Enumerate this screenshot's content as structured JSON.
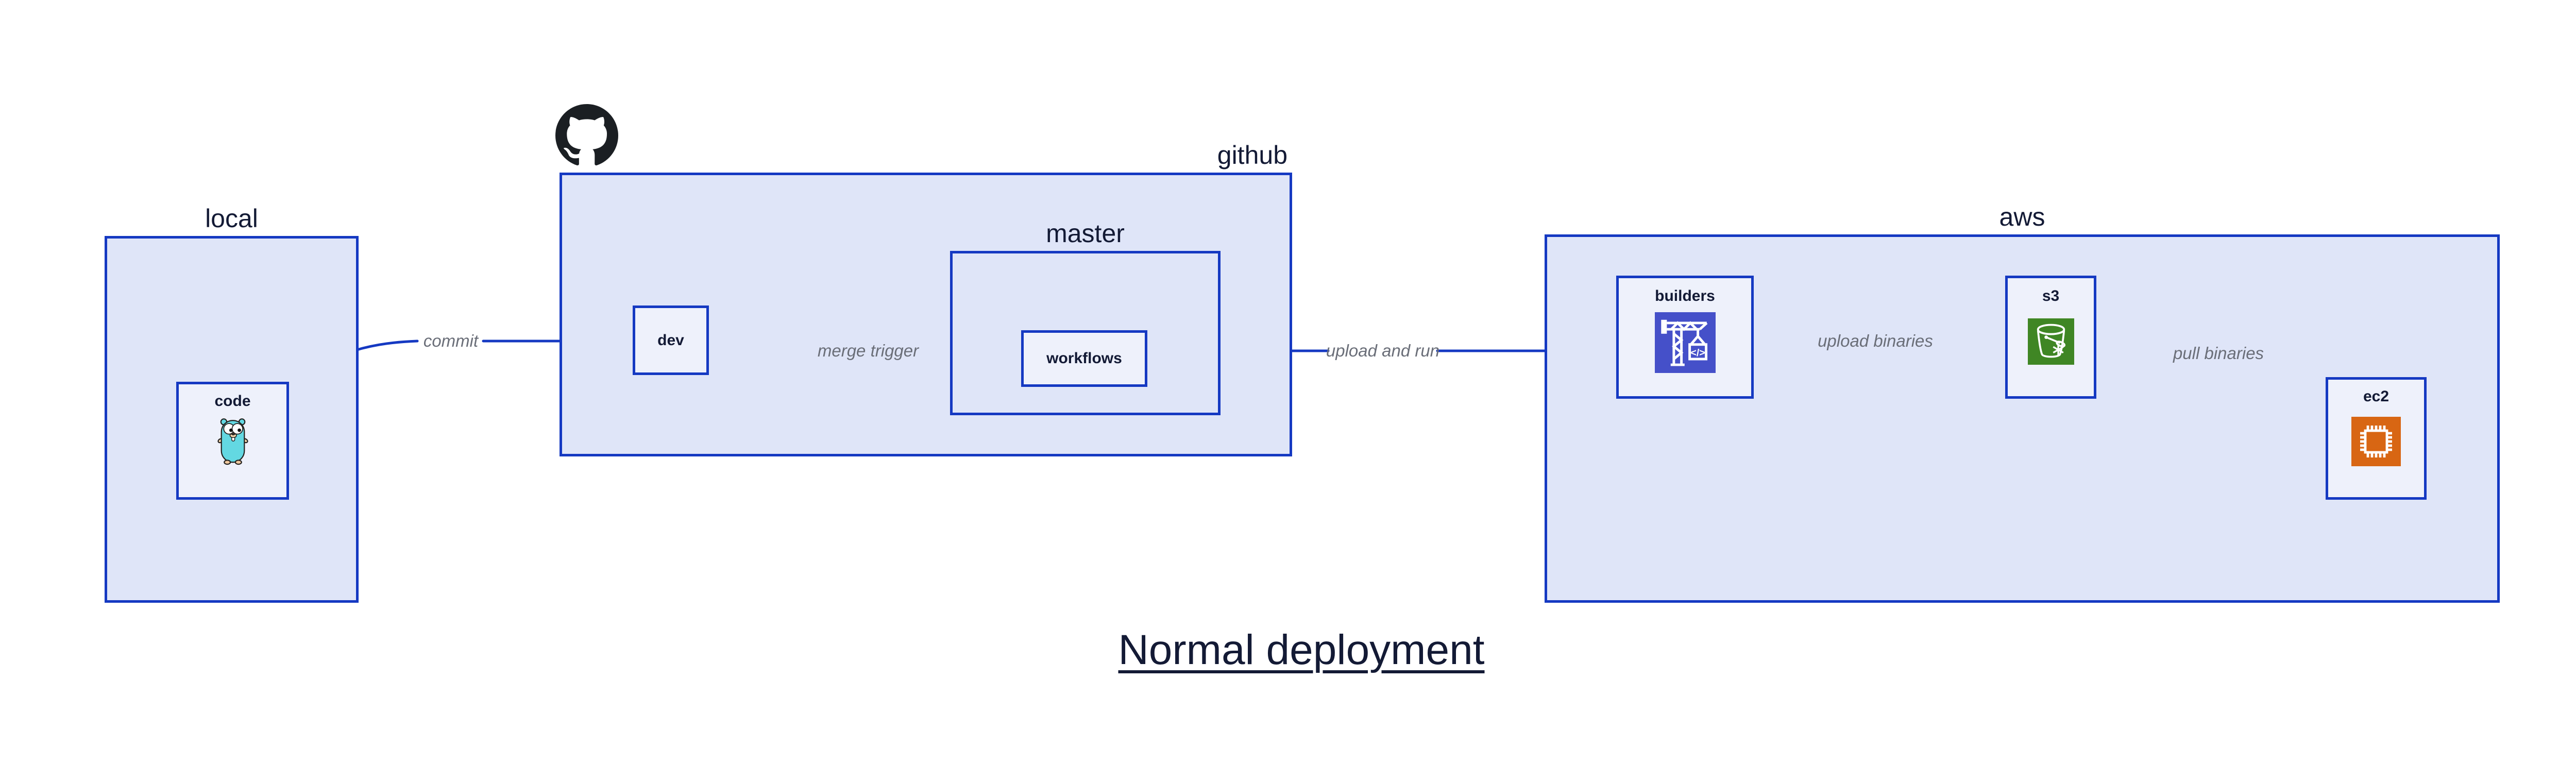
{
  "title": "Normal deployment",
  "containers": [
    {
      "id": "local",
      "label": "local"
    },
    {
      "id": "github",
      "label": "github"
    },
    {
      "id": "master",
      "label": "master"
    },
    {
      "id": "aws",
      "label": "aws"
    }
  ],
  "nodes": [
    {
      "id": "code",
      "label": "code",
      "icon": "go-gopher-icon"
    },
    {
      "id": "dev",
      "label": "dev",
      "icon": null
    },
    {
      "id": "workflows",
      "label": "workflows",
      "icon": null
    },
    {
      "id": "builders",
      "label": "builders",
      "icon": "codebuild-crane-icon"
    },
    {
      "id": "s3",
      "label": "s3",
      "icon": "s3-bucket-icon"
    },
    {
      "id": "ec2",
      "label": "ec2",
      "icon": "ec2-chip-icon"
    }
  ],
  "edges": [
    {
      "from": "code",
      "to": "dev",
      "label": "commit"
    },
    {
      "from": "dev",
      "to": "workflows",
      "label": "merge trigger"
    },
    {
      "from": "workflows",
      "to": "builders",
      "label": "upload and run"
    },
    {
      "from": "builders",
      "to": "s3",
      "label": "upload binaries"
    },
    {
      "from": "s3",
      "to": "ec2",
      "label": "pull binaries"
    }
  ],
  "icons": {
    "github_badge": "octocat-icon"
  },
  "colors": {
    "container_fill": "#dfe5f8",
    "node_fill": "#eef1fb",
    "outline_blue": "#1539c2",
    "label_dark": "#131a35",
    "edge_label_gray": "#6a6e78",
    "builders_icon_bg": "#4550c9",
    "s3_icon_bg": "#3f8624",
    "ec2_icon_bg": "#d86613",
    "gopher_teal": "#63d8e2",
    "octocat_black": "#1b1f23"
  }
}
